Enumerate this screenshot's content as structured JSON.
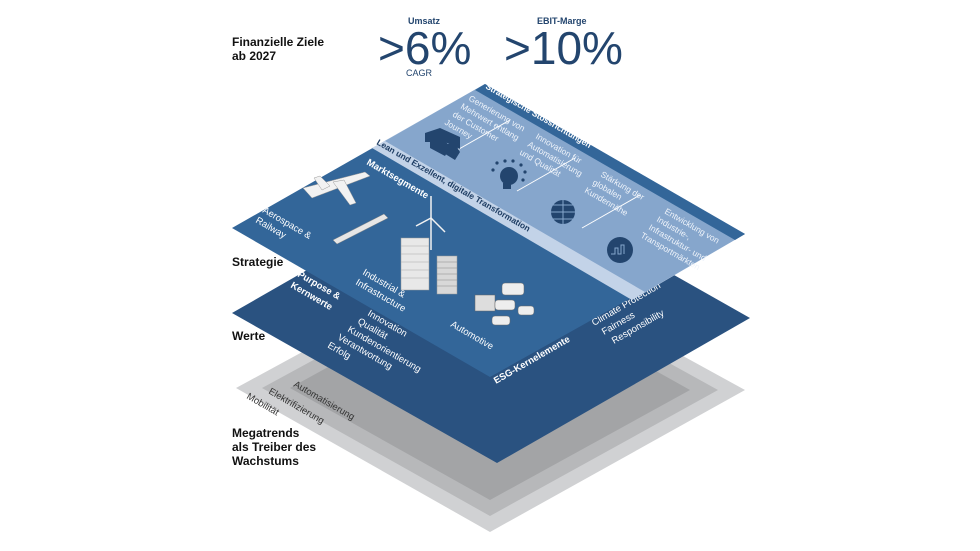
{
  "labels": {
    "financial_goals": [
      "Finanzielle Ziele",
      "ab 2027"
    ],
    "strategy": "Strategie",
    "values": "Werte",
    "megatrends": [
      "Megatrends",
      "als Treiber des",
      "Wachstums"
    ]
  },
  "kpis": [
    {
      "title": "Umsatz",
      "value": ">6%",
      "sub": "CAGR"
    },
    {
      "title": "EBIT-Marge",
      "value": ">10%"
    }
  ],
  "strategy_layer": {
    "directions_title": "Strategische Stossrichtungen",
    "lean_band": "Lean und Exzellent, digitale Transformation",
    "directions": [
      {
        "lines": [
          "Generierung von",
          "Mehrwert entlang",
          "der Customer",
          "Journey"
        ],
        "icon": "chevrons-icon"
      },
      {
        "lines": [
          "Innovation für",
          "Automatisierung",
          "und Qualität"
        ],
        "icon": "lightbulb-icon"
      },
      {
        "lines": [
          "Stärkung der",
          "globalen",
          "Kundennähe"
        ],
        "icon": "globe-icon"
      },
      {
        "lines": [
          "Entwicklung von",
          "Industrie-,",
          "Infrastruktur- und",
          "Transportmärkten"
        ],
        "icon": "industry-transport-icon"
      }
    ],
    "segments_title": "Marktsegmente",
    "segments": [
      {
        "lines": [
          "Aerospace &",
          "Railway"
        ]
      },
      {
        "lines": [
          "Industrial &",
          "Infrastructure"
        ]
      },
      {
        "lines": [
          "Automotive"
        ]
      }
    ]
  },
  "values_layer": {
    "purpose_title": [
      "Purpose &",
      "Kernwerte"
    ],
    "core_values": [
      "Innovation",
      "Qualität",
      "Kundenorientierung",
      "Verantwortung",
      "Erfolg"
    ],
    "esg_title": "ESG-Kernelemente",
    "esg": [
      "Climate Protection",
      "Fairness",
      "Responsibility"
    ]
  },
  "megatrend_layer": {
    "trends": [
      "Automatisierung",
      "Elektrifizierung",
      "Mobilität"
    ]
  },
  "colors": {
    "navy": "#23456e",
    "strategy_blue": "#336699",
    "values_blue": "#2a5280",
    "light_blue": "#86a6cc",
    "band_blue": "#c3d3e8",
    "grey": "#c8c9cb"
  }
}
